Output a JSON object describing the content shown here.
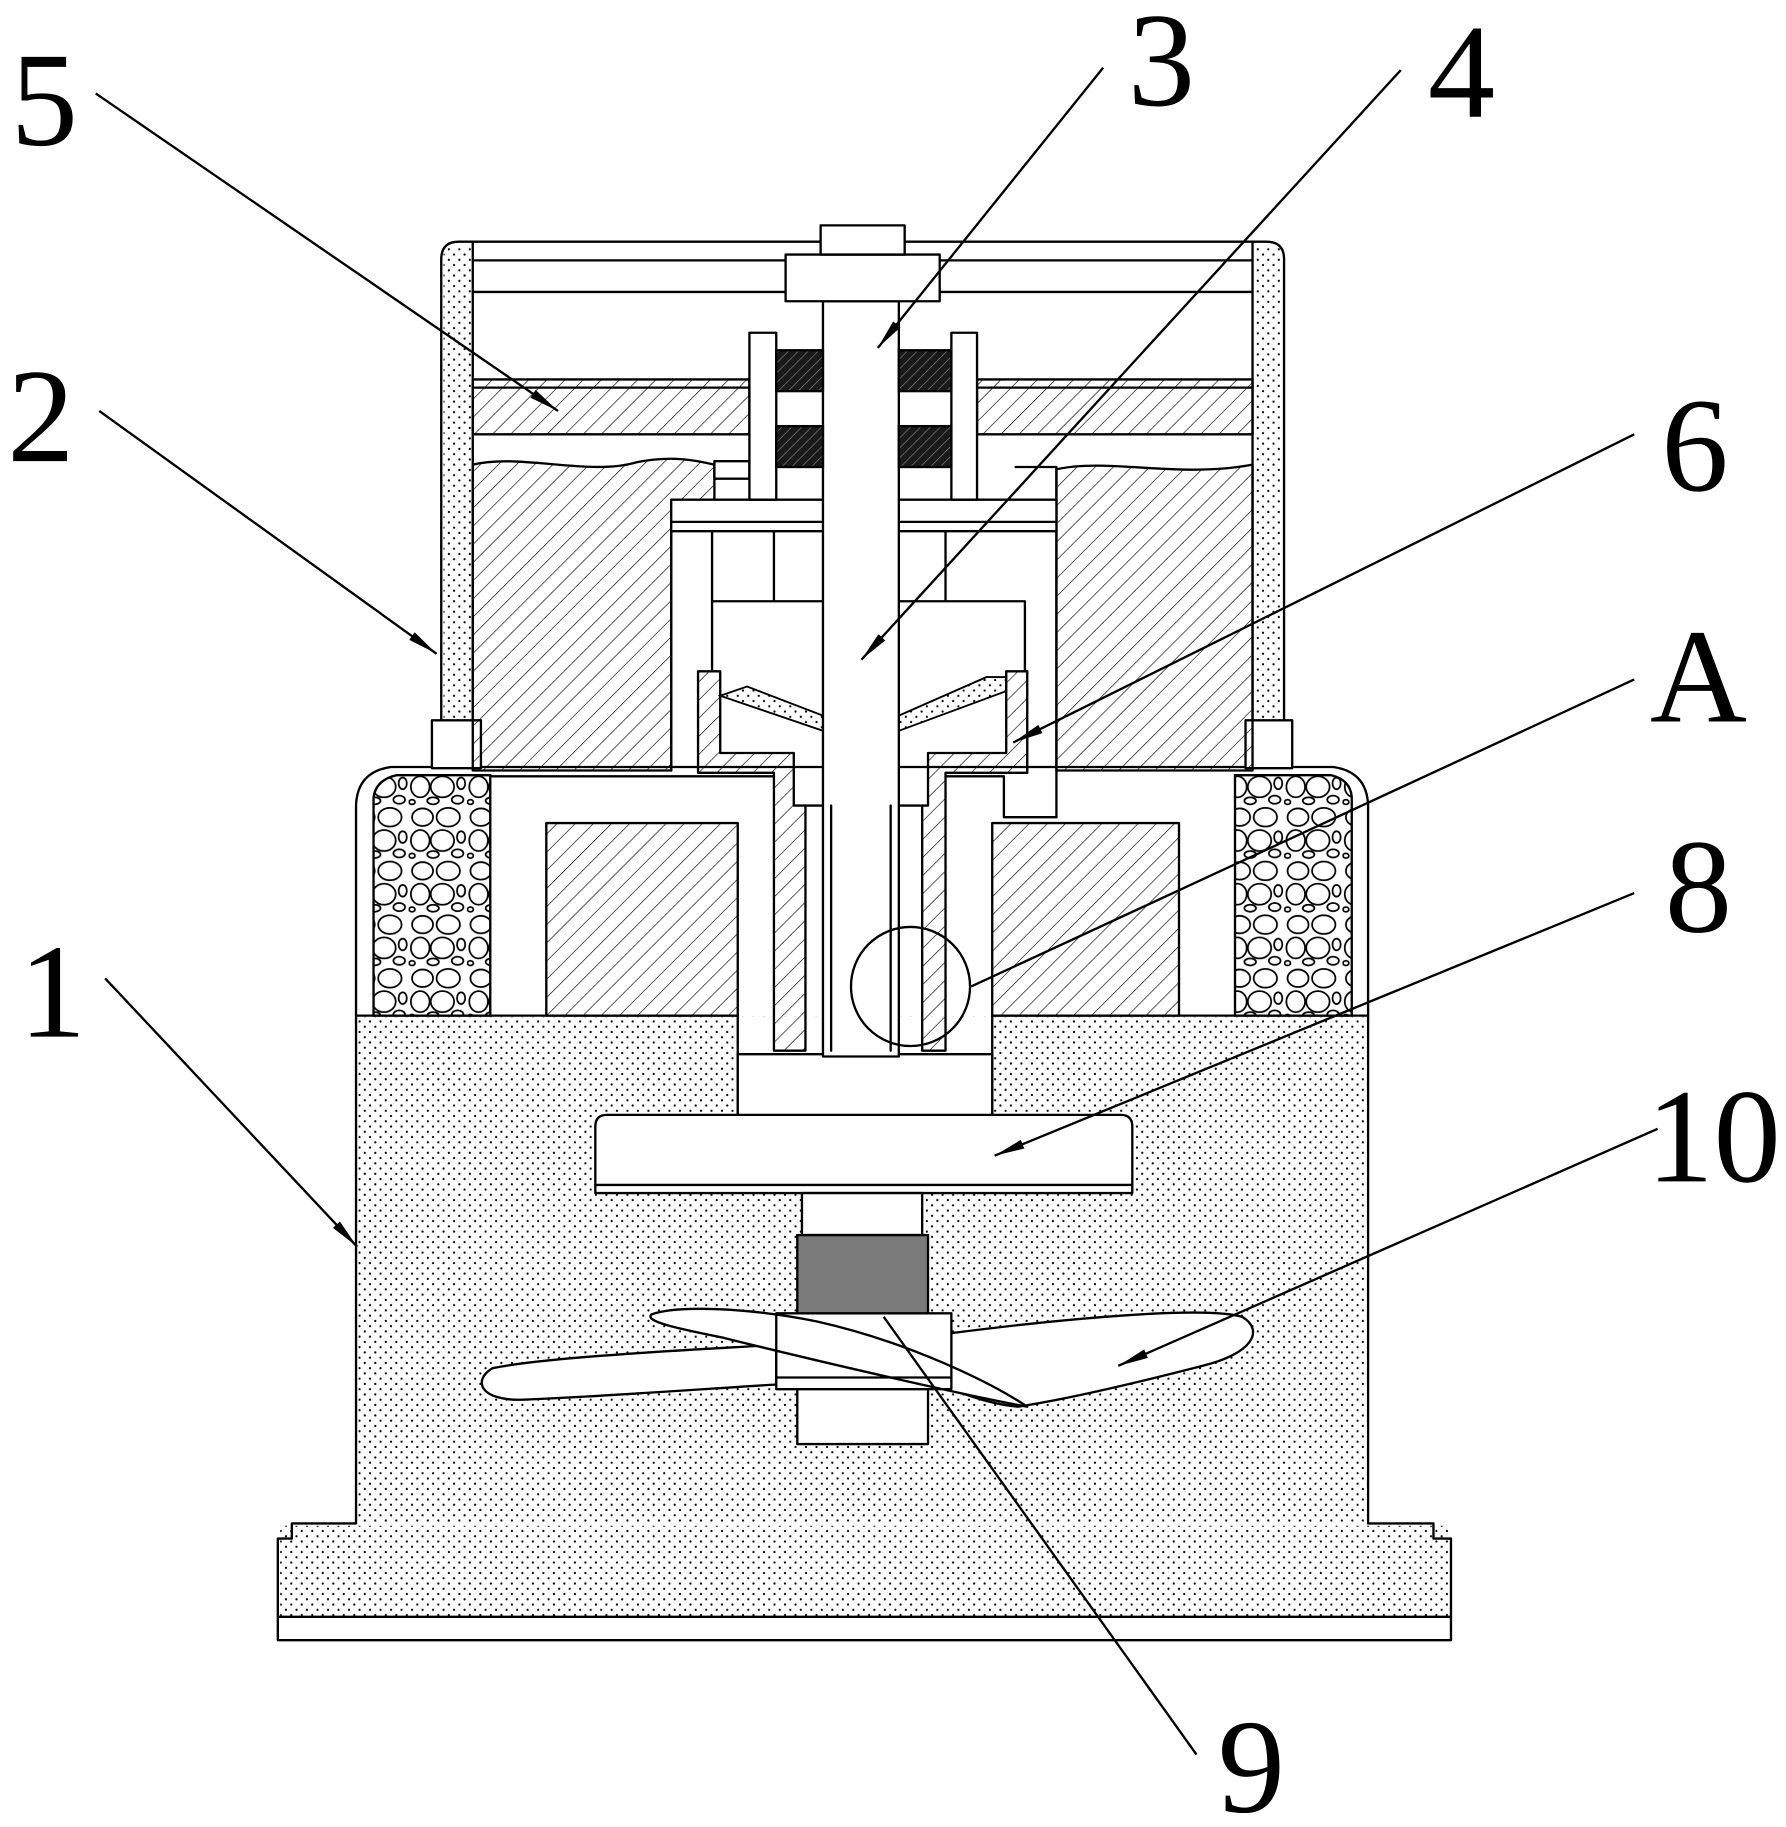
{
  "callouts": [
    {
      "label": "5"
    },
    {
      "label": "3"
    },
    {
      "label": "4"
    },
    {
      "label": "2"
    },
    {
      "label": "6"
    },
    {
      "label": "A"
    },
    {
      "label": "8"
    },
    {
      "label": "1"
    },
    {
      "label": "10"
    },
    {
      "label": "9"
    }
  ],
  "colors": {
    "line": "#000000",
    "background": "#ffffff",
    "dark_block": "#7a7a7a"
  }
}
